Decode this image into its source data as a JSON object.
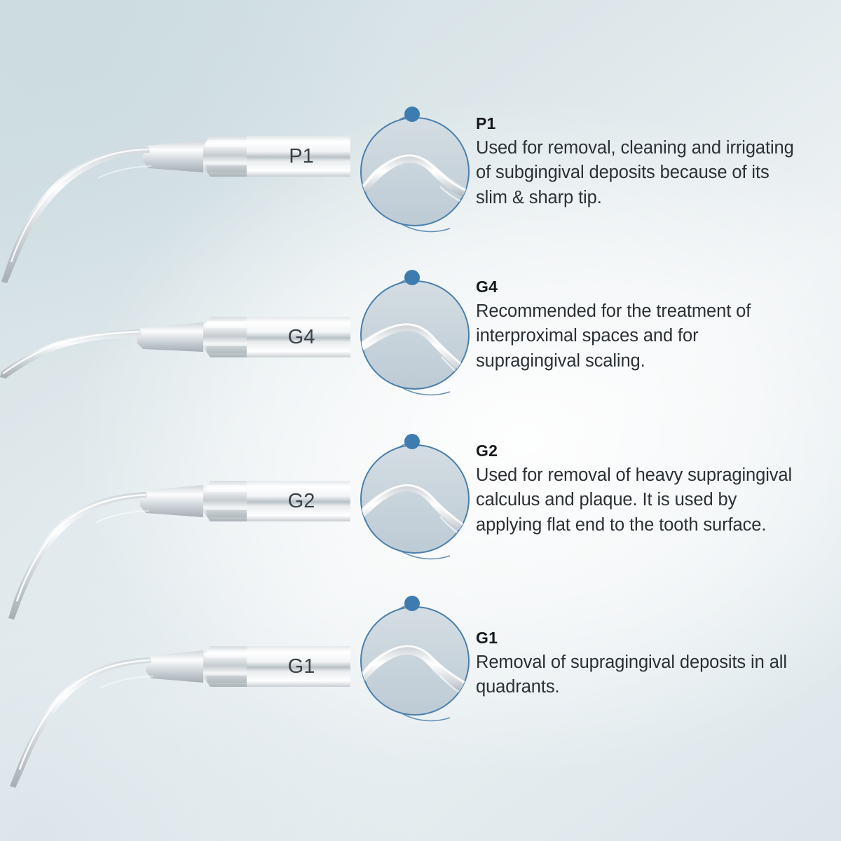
{
  "background": {
    "base_color": "#d3e0e4",
    "highlight_color": "#eef2f4",
    "corner_color": "#cedde1"
  },
  "theme": {
    "accent_blue": "#3e7cb0",
    "circle_stroke": "#4a7fac",
    "circle_fill": "#c5d3dc",
    "title_color": "#16191c",
    "body_color": "#2b3034",
    "metal_light": "#ffffff",
    "metal_mid": "#c9ced2",
    "metal_dark": "#9aa3a9"
  },
  "items": [
    {
      "code": "P1",
      "engraving": "P1",
      "title": "P1",
      "description": "Used for removal, cleaning and irrigating of subgingival deposits because of its slim & sharp tip.",
      "tip_style": "slim-sharp-long-curve"
    },
    {
      "code": "G4",
      "engraving": "G4",
      "title": "G4",
      "description": "Recommended for the treatment of interproximal spaces and for supragingival scaling.",
      "tip_style": "thin-gentle-curve"
    },
    {
      "code": "G2",
      "engraving": "G2",
      "title": "G2",
      "description": "Used for removal of heavy supragingival calculus and plaque. It is used by applying flat end to the tooth surface.",
      "tip_style": "medium-hooked-curve"
    },
    {
      "code": "G1",
      "engraving": "G1",
      "title": "G1",
      "description": "Removal of supragingival deposits in all quadrants.",
      "tip_style": "standard-curve"
    }
  ]
}
